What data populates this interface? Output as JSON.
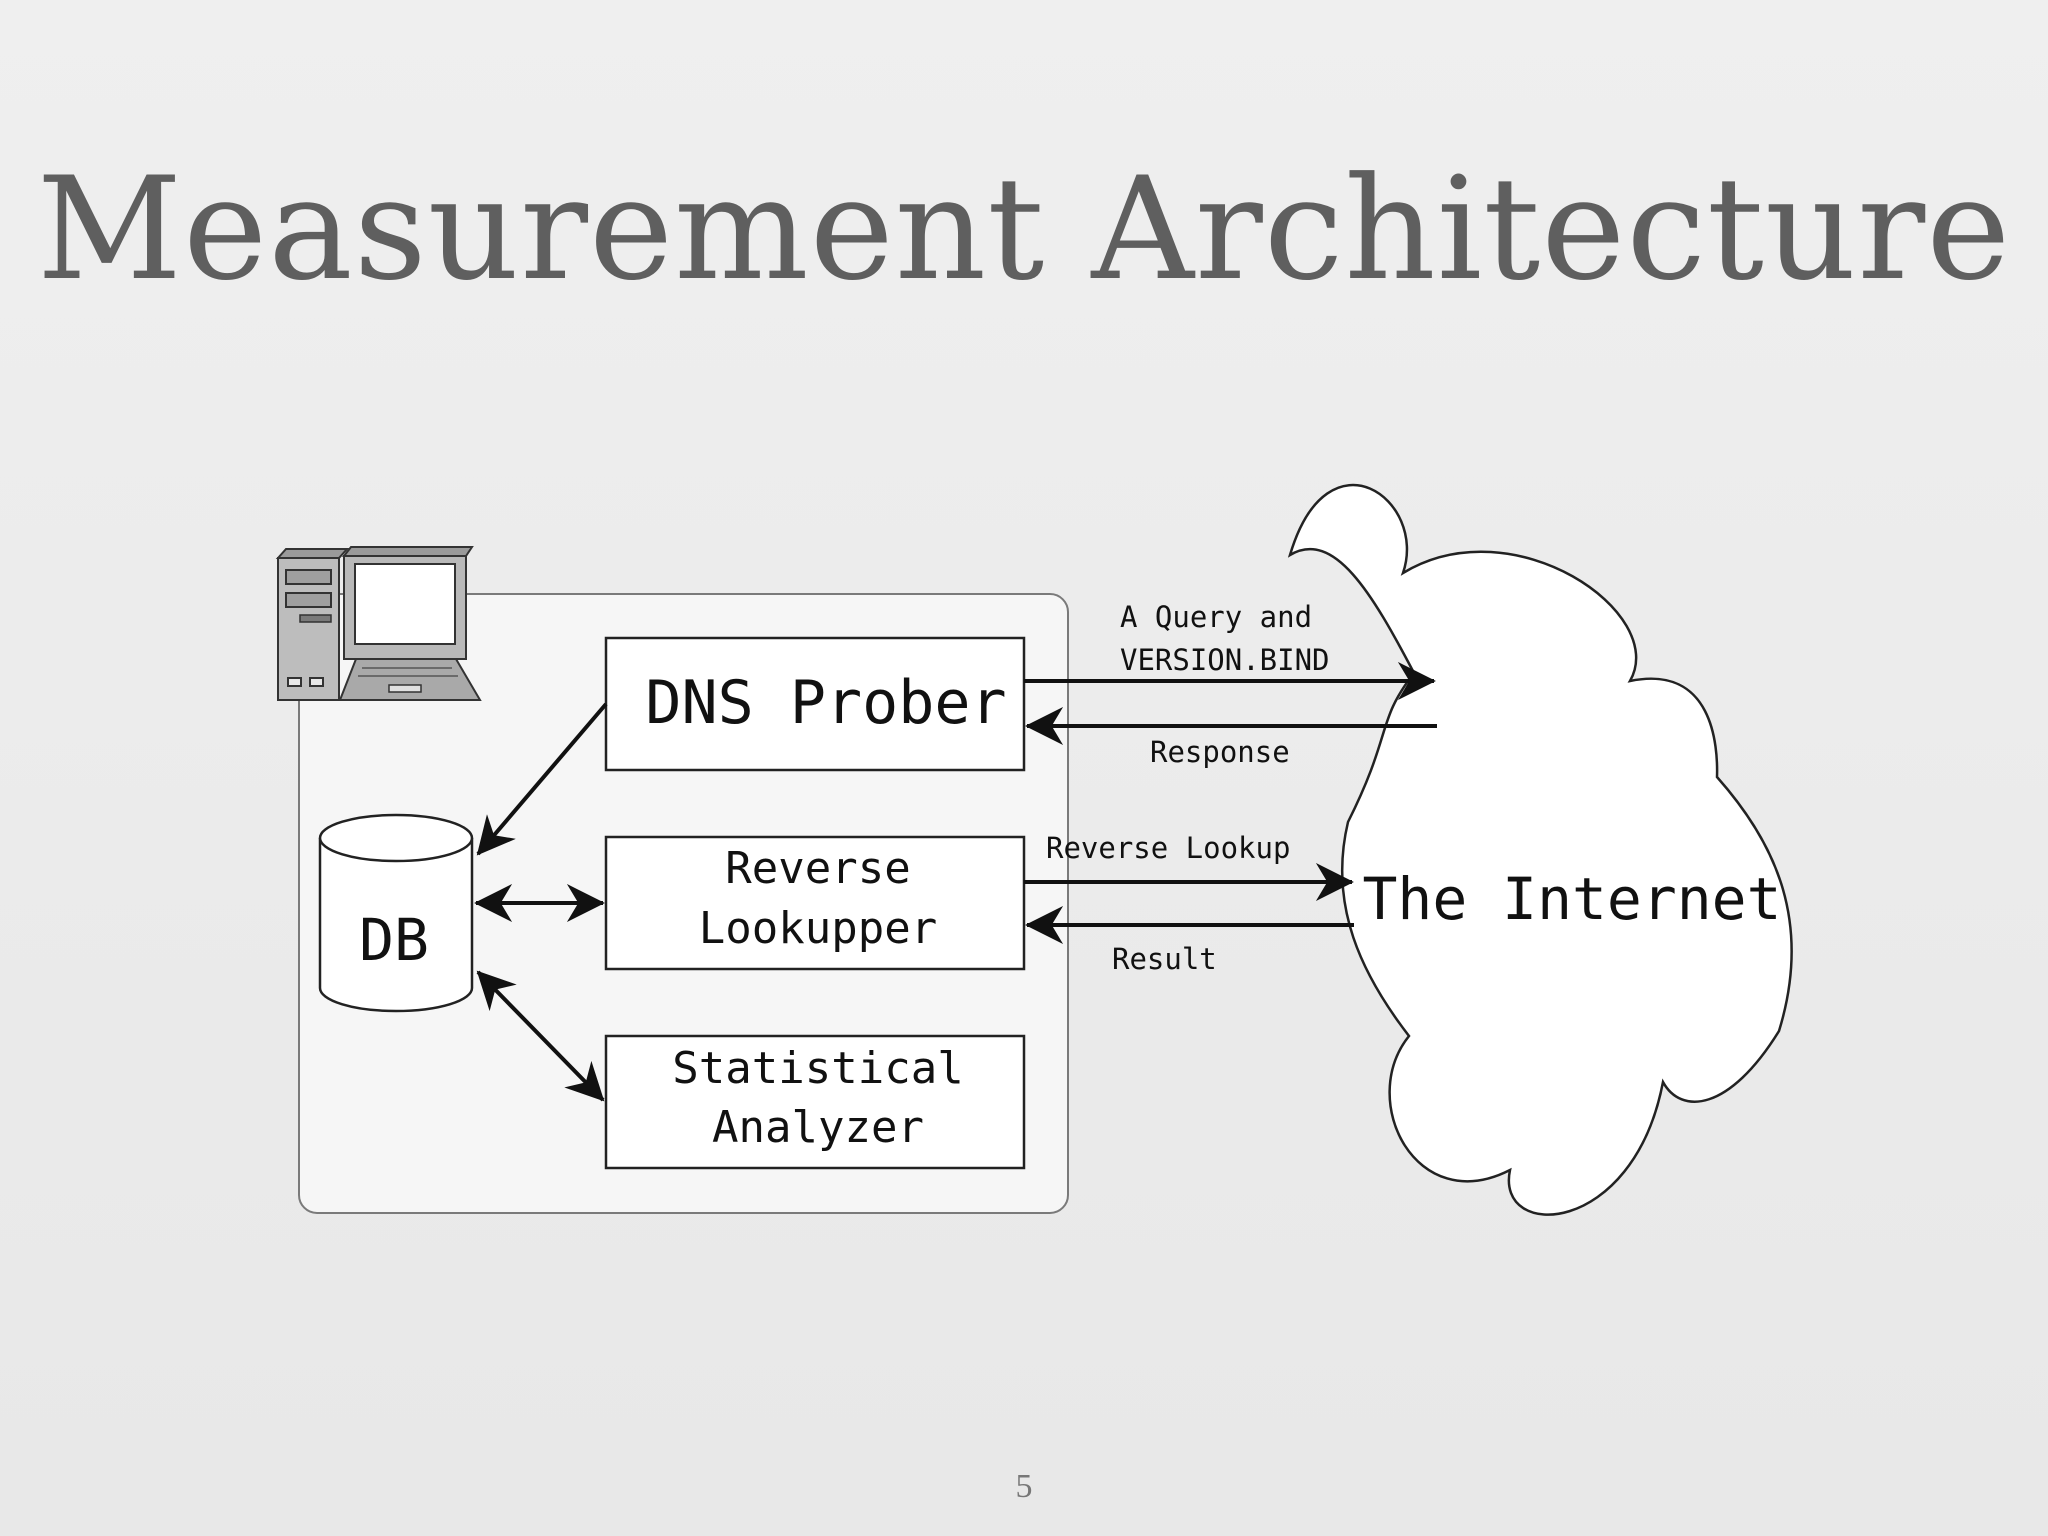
{
  "slide": {
    "title": "Measurement Architecture",
    "page_number": "5"
  },
  "diagram": {
    "components": {
      "dns_prober": "DNS Prober",
      "reverse_lookupper": [
        "Reverse",
        "Lookupper"
      ],
      "statistical_analyzer": [
        "Statistical",
        "Analyzer"
      ],
      "db": "DB",
      "internet": "The Internet"
    },
    "edge_labels": {
      "a_query": [
        "A Query and",
        "VERSION.BIND"
      ],
      "response": "Response",
      "reverse_lookup": "Reverse Lookup",
      "result": "Result"
    }
  }
}
